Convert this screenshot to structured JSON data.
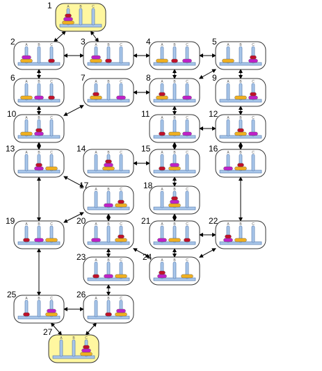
{
  "colors": {
    "panel_fill": "#ffffff",
    "panel_start_end_fill": "#fff7a0",
    "base": "#a9c7ea",
    "base_edge": "#4a6fa5",
    "peg": "#a9c7ea",
    "peg_edge": "#4a6fa5",
    "disc_small": "#c0102a",
    "disc_medium": "#c020c8",
    "disc_large": "#f0b020",
    "arrow": "#000000"
  },
  "peg_labels": [
    "A",
    "B",
    "C"
  ],
  "disc_sizes": [
    "small",
    "medium",
    "large"
  ],
  "states": [
    {
      "id": 1,
      "label": "1",
      "terminal": true,
      "pegs": [
        [
          "large",
          "medium",
          "small"
        ],
        [],
        []
      ]
    },
    {
      "id": 2,
      "label": "2",
      "terminal": false,
      "pegs": [
        [
          "large",
          "medium"
        ],
        [],
        [
          "small"
        ]
      ]
    },
    {
      "id": 3,
      "label": "3",
      "terminal": false,
      "pegs": [
        [
          "large",
          "medium"
        ],
        [
          "small"
        ],
        []
      ]
    },
    {
      "id": 4,
      "label": "4",
      "terminal": false,
      "pegs": [
        [
          "large"
        ],
        [
          "small"
        ],
        [
          "medium"
        ]
      ]
    },
    {
      "id": 5,
      "label": "5",
      "terminal": false,
      "pegs": [
        [
          "large"
        ],
        [],
        [
          "medium",
          "small"
        ]
      ]
    },
    {
      "id": 6,
      "label": "6",
      "terminal": false,
      "pegs": [
        [
          "large"
        ],
        [
          "medium"
        ],
        [
          "small"
        ]
      ]
    },
    {
      "id": 7,
      "label": "7",
      "terminal": false,
      "pegs": [
        [
          "large",
          "small"
        ],
        [],
        [
          "medium"
        ]
      ]
    },
    {
      "id": 8,
      "label": "8",
      "terminal": false,
      "pegs": [
        [
          "large",
          "small"
        ],
        [],
        [
          "medium"
        ]
      ]
    },
    {
      "id": 9,
      "label": "9",
      "terminal": false,
      "pegs": [
        [],
        [
          "large"
        ],
        [
          "medium",
          "small"
        ]
      ]
    },
    {
      "id": 10,
      "label": "10",
      "terminal": false,
      "pegs": [
        [
          "large"
        ],
        [
          "medium",
          "small"
        ],
        []
      ]
    },
    {
      "id": 11,
      "label": "11",
      "terminal": false,
      "pegs": [
        [
          "small"
        ],
        [
          "large"
        ],
        [
          "medium"
        ]
      ]
    },
    {
      "id": 12,
      "label": "12",
      "terminal": false,
      "pegs": [
        [],
        [
          "large",
          "small"
        ],
        [
          "medium"
        ]
      ]
    },
    {
      "id": 13,
      "label": "13",
      "terminal": false,
      "pegs": [
        [],
        [
          "medium",
          "small"
        ],
        [
          "large"
        ]
      ]
    },
    {
      "id": 14,
      "label": "14",
      "terminal": false,
      "pegs": [
        [],
        [
          "large",
          "medium",
          "small"
        ],
        []
      ]
    },
    {
      "id": 15,
      "label": "15",
      "terminal": false,
      "pegs": [
        [
          "small"
        ],
        [
          "large",
          "medium"
        ],
        []
      ]
    },
    {
      "id": 16,
      "label": "16",
      "terminal": false,
      "pegs": [
        [
          "medium"
        ],
        [
          "large",
          "small"
        ],
        []
      ]
    },
    {
      "id": 17,
      "label": "17",
      "terminal": false,
      "pegs": [
        [],
        [
          "medium"
        ],
        [
          "large",
          "small"
        ]
      ]
    },
    {
      "id": 18,
      "label": "18",
      "terminal": false,
      "pegs": [
        [],
        [
          "large",
          "medium",
          "small"
        ],
        []
      ]
    },
    {
      "id": 19,
      "label": "19",
      "terminal": false,
      "pegs": [
        [
          "small"
        ],
        [
          "medium"
        ],
        [
          "large"
        ]
      ]
    },
    {
      "id": 20,
      "label": "20",
      "terminal": false,
      "pegs": [
        [
          "medium"
        ],
        [],
        [
          "large",
          "small"
        ]
      ]
    },
    {
      "id": 21,
      "label": "21",
      "terminal": false,
      "pegs": [
        [
          "medium"
        ],
        [
          "large"
        ],
        [
          "small"
        ]
      ]
    },
    {
      "id": 22,
      "label": "22",
      "terminal": false,
      "pegs": [
        [
          "medium",
          "small"
        ],
        [
          "large"
        ],
        []
      ]
    },
    {
      "id": 23,
      "label": "23",
      "terminal": false,
      "pegs": [
        [
          "small"
        ],
        [
          "medium"
        ],
        [
          "large"
        ]
      ]
    },
    {
      "id": 24,
      "label": "24",
      "terminal": false,
      "pegs": [
        [
          "medium",
          "small"
        ],
        [],
        [
          "large"
        ]
      ]
    },
    {
      "id": 25,
      "label": "25",
      "terminal": false,
      "pegs": [
        [
          "small"
        ],
        [],
        [
          "large",
          "medium"
        ]
      ]
    },
    {
      "id": 26,
      "label": "26",
      "terminal": false,
      "pegs": [
        [],
        [
          "small"
        ],
        [
          "large",
          "medium"
        ]
      ]
    },
    {
      "id": 27,
      "label": "27",
      "terminal": true,
      "pegs": [
        [],
        [],
        [
          "large",
          "medium",
          "small"
        ]
      ]
    }
  ],
  "edges": [
    [
      1,
      2
    ],
    [
      1,
      3
    ],
    [
      2,
      3
    ],
    [
      3,
      4
    ],
    [
      4,
      5
    ],
    [
      2,
      6
    ],
    [
      4,
      8
    ],
    [
      5,
      8
    ],
    [
      5,
      9
    ],
    [
      6,
      10
    ],
    [
      7,
      8
    ],
    [
      7,
      10
    ],
    [
      8,
      11
    ],
    [
      9,
      12
    ],
    [
      11,
      12
    ],
    [
      11,
      15
    ],
    [
      10,
      13
    ],
    [
      12,
      16
    ],
    [
      14,
      15
    ],
    [
      15,
      18
    ],
    [
      13,
      17
    ],
    [
      16,
      22
    ],
    [
      13,
      19
    ],
    [
      17,
      20
    ],
    [
      19,
      17
    ],
    [
      20,
      23
    ],
    [
      20,
      24
    ],
    [
      21,
      22
    ],
    [
      18,
      21
    ],
    [
      21,
      24
    ],
    [
      24,
      22
    ],
    [
      23,
      26
    ],
    [
      19,
      25
    ],
    [
      25,
      26
    ],
    [
      25,
      27
    ],
    [
      26,
      27
    ]
  ]
}
